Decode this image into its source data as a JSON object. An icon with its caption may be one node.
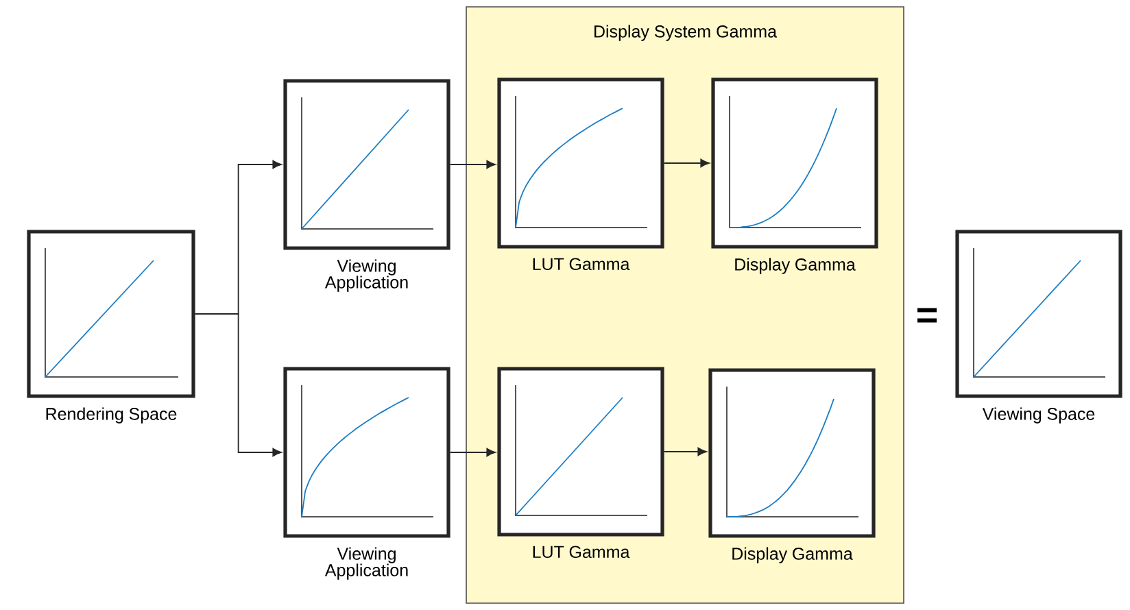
{
  "diagram": {
    "nodes": [
      {
        "text": [
          "Display System Gamma"
        ]
      },
      {
        "text": [
          "Rendering Space"
        ]
      },
      {
        "text": [
          "Viewing Application"
        ]
      },
      {
        "text": [
          "LUT Gamma"
        ],
        "in": 0
      },
      {
        "text": [
          "Display Gamma"
        ],
        "in": 0
      },
      {
        "text": [
          "Viewing Application"
        ]
      },
      {
        "text": [
          "LUT Gamma"
        ],
        "in": 0
      },
      {
        "text": [
          "Display Gamma"
        ],
        "in": 0
      },
      {
        "text": [
          "Viewing Space"
        ]
      }
    ],
    "edges": [
      {
        "from": 1,
        "to": 2,
        "arrow": "to"
      },
      {
        "from": 1,
        "to": 5,
        "arrow": "to"
      },
      {
        "from": 2,
        "to": 3,
        "arrow": "to"
      },
      {
        "from": 3,
        "to": 4,
        "arrow": "to"
      },
      {
        "from": 5,
        "to": 6,
        "arrow": "to"
      },
      {
        "from": 6,
        "to": 7,
        "arrow": "to"
      }
    ],
    "labels": [
      "="
    ]
  }
}
